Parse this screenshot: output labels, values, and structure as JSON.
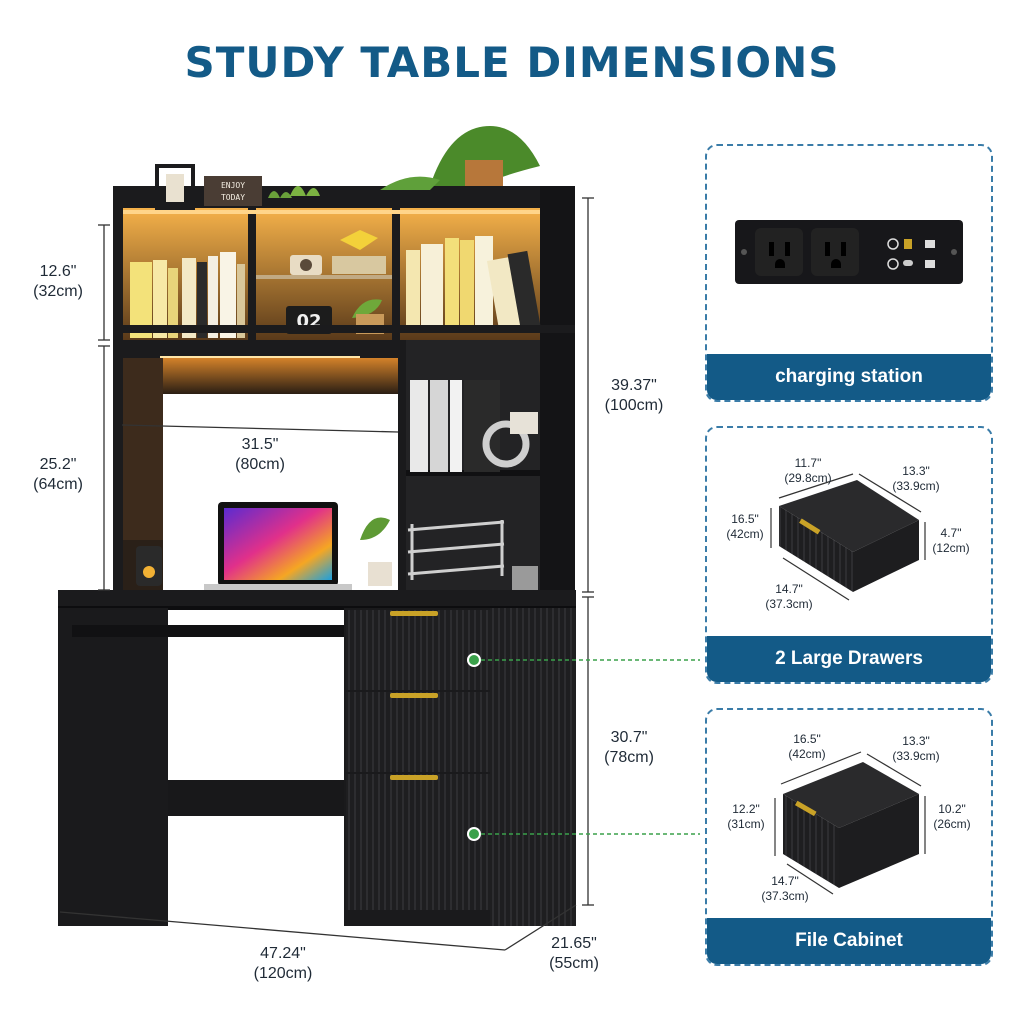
{
  "title": "STUDY TABLE DIMENSIONS",
  "dimensions": {
    "hutch_top_height": {
      "in": "12.6\"",
      "cm": "(32cm)"
    },
    "hutch_lower_height": {
      "in": "25.2\"",
      "cm": "(64cm)"
    },
    "hutch_total_height": {
      "in": "39.37\"",
      "cm": "(100cm)"
    },
    "open_width": {
      "in": "31.5\"",
      "cm": "(80cm)"
    },
    "desk_height": {
      "in": "30.7\"",
      "cm": "(78cm)"
    },
    "desk_width": {
      "in": "47.24\"",
      "cm": "(120cm)"
    },
    "desk_depth": {
      "in": "21.65\"",
      "cm": "(55cm)"
    }
  },
  "shelf_decor": {
    "sign_line1": "ENJOY",
    "sign_line2": "TODAY",
    "calendar_digits": "02"
  },
  "features": [
    {
      "label": "charging station"
    },
    {
      "label": "2 Large Drawers",
      "dims": {
        "width": {
          "in": "11.7\"",
          "cm": "(29.8cm)"
        },
        "depth": {
          "in": "13.3\"",
          "cm": "(33.9cm)"
        },
        "front": {
          "in": "16.5\"",
          "cm": "(42cm)"
        },
        "height": {
          "in": "4.7\"",
          "cm": "(12cm)"
        },
        "length": {
          "in": "14.7\"",
          "cm": "(37.3cm)"
        }
      }
    },
    {
      "label": "File Cabinet",
      "dims": {
        "width": {
          "in": "16.5\"",
          "cm": "(42cm)"
        },
        "depth": {
          "in": "13.3\"",
          "cm": "(33.9cm)"
        },
        "front_height": {
          "in": "12.2\"",
          "cm": "(31cm)"
        },
        "inner_height": {
          "in": "10.2\"",
          "cm": "(26cm)"
        },
        "length": {
          "in": "14.7\"",
          "cm": "(37.3cm)"
        }
      }
    }
  ],
  "colors": {
    "accent": "#135a87",
    "desk": "#1b1b1d",
    "led": "#f2a53a",
    "handle": "#c9a227",
    "callout": "#3aa14a"
  }
}
